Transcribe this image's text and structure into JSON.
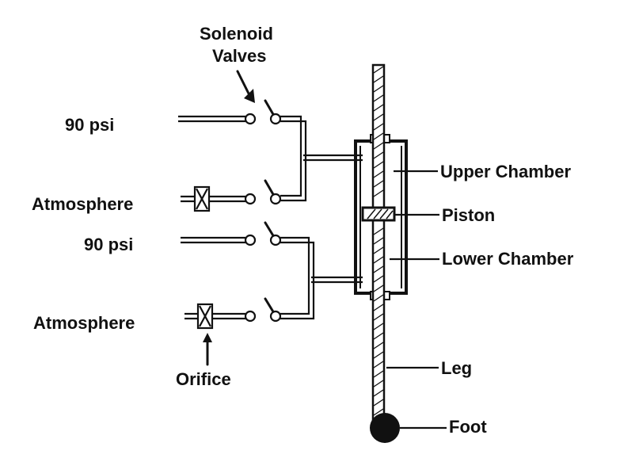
{
  "labels": {
    "solenoid_line1": "Solenoid",
    "solenoid_line2": "Valves",
    "psi_upper": "90  psi",
    "atmosphere_upper": "Atmosphere",
    "psi_lower": "90  psi",
    "atmosphere_lower": "Atmosphere",
    "orifice": "Orifice",
    "upper_chamber": "Upper   Chamber",
    "piston": "Piston",
    "lower_chamber": "Lower  Chamber",
    "leg": "Leg",
    "foot": "Foot"
  },
  "colors": {
    "ink": "#111111",
    "background": "#ffffff"
  }
}
